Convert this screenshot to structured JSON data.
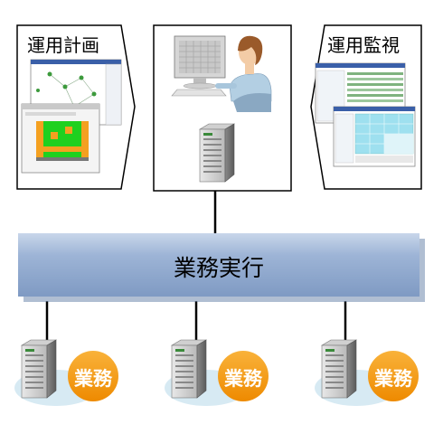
{
  "panels": {
    "left_title": "運用計画",
    "right_title": "運用監視"
  },
  "bus": {
    "label": "業務実行"
  },
  "nodes": [
    {
      "badge": "業務"
    },
    {
      "badge": "業務"
    },
    {
      "badge": "業務"
    }
  ],
  "colors": {
    "bus_fill": "#9db4d6",
    "badge_fill": "#f4960e",
    "ellipse_fill": "#d7eaf3",
    "grid_green": "#1fd01f",
    "grid_orange": "#f4a020",
    "monitor_table": "#9ee0ef",
    "line": "#000000"
  }
}
